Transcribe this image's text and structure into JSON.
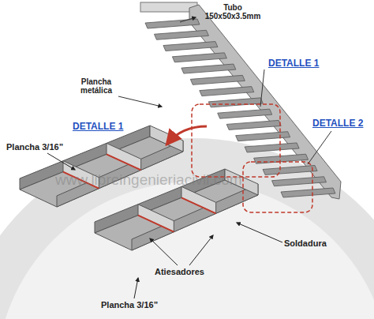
{
  "diagram": {
    "labels": [
      "Tubo 150x50x3.5mm",
      "DETALLE 1",
      "Plancha metálica",
      "DETALLE 2",
      "DETALLE 1",
      "Plancha 3/16”",
      "www.libreingenieriacivil.com",
      "Soldadura",
      "Atiesadores",
      "Plancha 3/16”"
    ]
  }
}
